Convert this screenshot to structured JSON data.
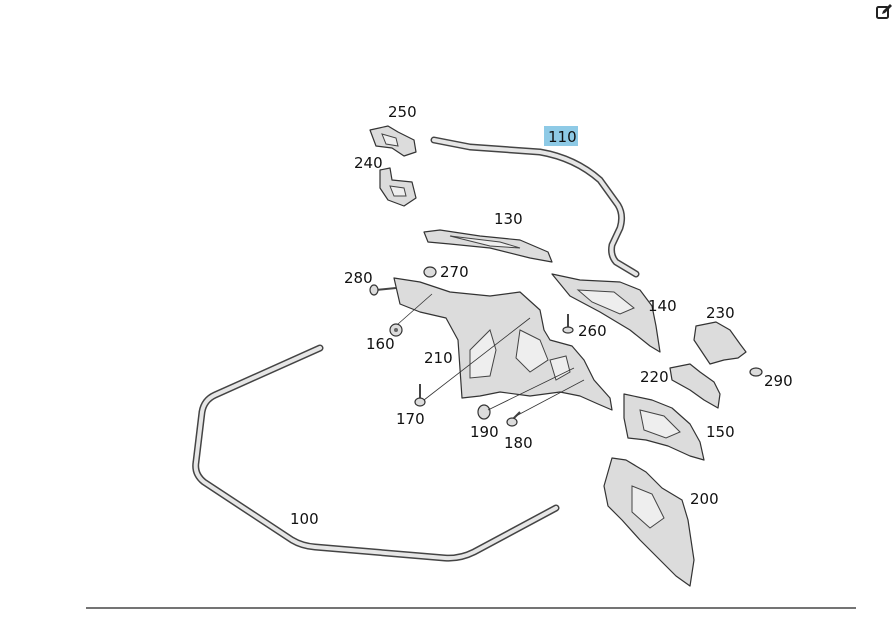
{
  "diagram": {
    "highlighted_callout": "110",
    "highlight_color": "#8ecae6",
    "callouts": [
      {
        "id": "c250",
        "label": "250"
      },
      {
        "id": "c110",
        "label": "110"
      },
      {
        "id": "c240",
        "label": "240"
      },
      {
        "id": "c130",
        "label": "130"
      },
      {
        "id": "c280",
        "label": "280"
      },
      {
        "id": "c270",
        "label": "270"
      },
      {
        "id": "c140",
        "label": "140"
      },
      {
        "id": "c230",
        "label": "230"
      },
      {
        "id": "c260",
        "label": "260"
      },
      {
        "id": "c160",
        "label": "160"
      },
      {
        "id": "c210",
        "label": "210"
      },
      {
        "id": "c220",
        "label": "220"
      },
      {
        "id": "c290",
        "label": "290"
      },
      {
        "id": "c170",
        "label": "170"
      },
      {
        "id": "c190",
        "label": "190"
      },
      {
        "id": "c180",
        "label": "180"
      },
      {
        "id": "c150",
        "label": "150"
      },
      {
        "id": "c200",
        "label": "200"
      },
      {
        "id": "c100",
        "label": "100"
      }
    ]
  },
  "toolbar": {
    "edit_icon": "edit-icon"
  }
}
